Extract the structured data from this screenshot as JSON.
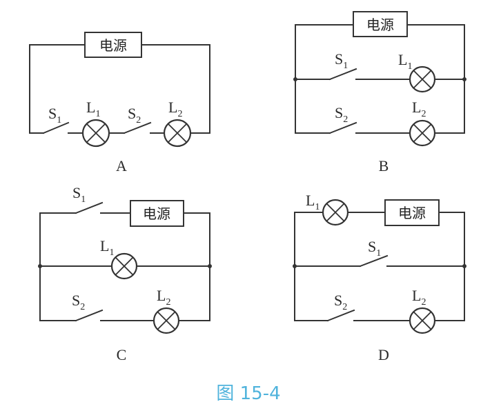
{
  "figure": {
    "caption": "图 15-4",
    "caption_color": "#4fb3dc"
  },
  "components": {
    "power_source_label": "电源",
    "lamp_symbol": "crossed-circle lamp",
    "switch_symbol": "open single-pole switch"
  },
  "circuits": [
    {
      "id": "A",
      "caption": "A",
      "topology": "series: S1, L1, S2, L2 in one loop with power source",
      "labels": {
        "s1": {
          "main": "S",
          "sub": "1"
        },
        "l1": {
          "main": "L",
          "sub": "1"
        },
        "s2": {
          "main": "S",
          "sub": "2"
        },
        "l2": {
          "main": "L",
          "sub": "2"
        }
      }
    },
    {
      "id": "B",
      "caption": "B",
      "topology": "parallel: branch S1-L1, branch S2-L2",
      "labels": {
        "s1": {
          "main": "S",
          "sub": "1"
        },
        "l1": {
          "main": "L",
          "sub": "1"
        },
        "s2": {
          "main": "S",
          "sub": "2"
        },
        "l2": {
          "main": "L",
          "sub": "2"
        }
      }
    },
    {
      "id": "C",
      "caption": "C",
      "topology": "S1 in series with source; L1 branch parallel to S2-L2 branch",
      "labels": {
        "s1": {
          "main": "S",
          "sub": "1"
        },
        "l1": {
          "main": "L",
          "sub": "1"
        },
        "s2": {
          "main": "S",
          "sub": "2"
        },
        "l2": {
          "main": "L",
          "sub": "2"
        }
      }
    },
    {
      "id": "D",
      "caption": "D",
      "topology": "L1 in series with source; S1 branch parallel to S2-L2 branch",
      "labels": {
        "l1": {
          "main": "L",
          "sub": "1"
        },
        "s1": {
          "main": "S",
          "sub": "1"
        },
        "s2": {
          "main": "S",
          "sub": "2"
        },
        "l2": {
          "main": "L",
          "sub": "2"
        }
      }
    }
  ]
}
